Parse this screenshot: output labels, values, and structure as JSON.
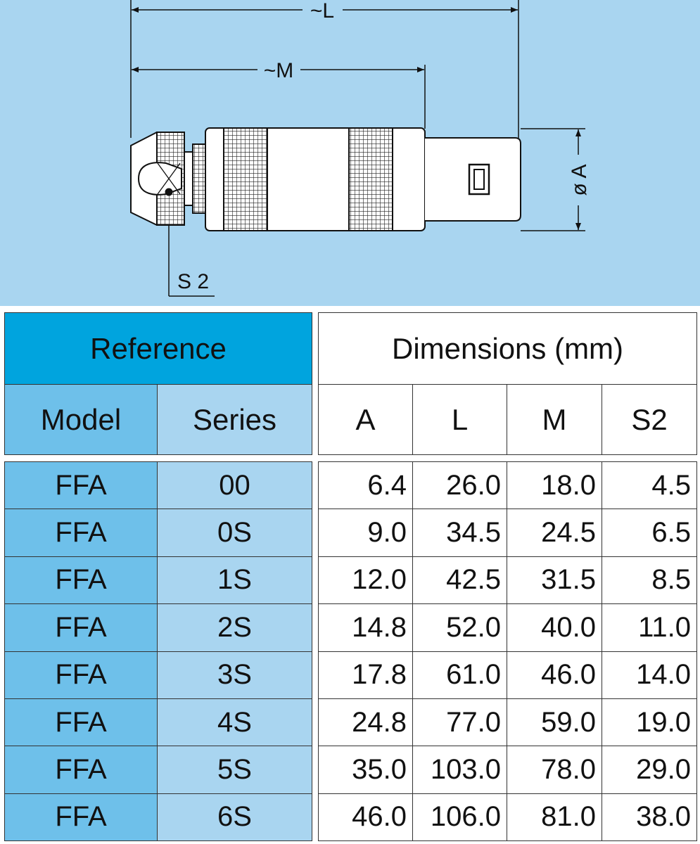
{
  "drawing": {
    "label_L": "~L",
    "label_M": "~M",
    "label_A": "ø A",
    "label_S2": "S 2"
  },
  "table": {
    "reference_title": "Reference",
    "dimensions_title": "Dimensions (mm)",
    "col_model": "Model",
    "col_series": "Series",
    "col_A": "A",
    "col_L": "L",
    "col_M": "M",
    "col_S2": "S2",
    "rows": [
      {
        "model": "FFA",
        "series": "00",
        "A": "6.4",
        "L": "26.0",
        "M": "18.0",
        "S2": "4.5"
      },
      {
        "model": "FFA",
        "series": "0S",
        "A": "9.0",
        "L": "34.5",
        "M": "24.5",
        "S2": "6.5"
      },
      {
        "model": "FFA",
        "series": "1S",
        "A": "12.0",
        "L": "42.5",
        "M": "31.5",
        "S2": "8.5"
      },
      {
        "model": "FFA",
        "series": "2S",
        "A": "14.8",
        "L": "52.0",
        "M": "40.0",
        "S2": "11.0"
      },
      {
        "model": "FFA",
        "series": "3S",
        "A": "17.8",
        "L": "61.0",
        "M": "46.0",
        "S2": "14.0"
      },
      {
        "model": "FFA",
        "series": "4S",
        "A": "24.8",
        "L": "77.0",
        "M": "59.0",
        "S2": "19.0"
      },
      {
        "model": "FFA",
        "series": "5S",
        "A": "35.0",
        "L": "103.0",
        "M": "78.0",
        "S2": "29.0"
      },
      {
        "model": "FFA",
        "series": "6S",
        "A": "46.0",
        "L": "106.0",
        "M": "81.0",
        "S2": "38.0"
      }
    ]
  },
  "colors": {
    "panel_bg": "#a9d5f0",
    "reference_header": "#00a4de",
    "model_column": "#6ec0ea",
    "series_column": "#a9d5f0"
  }
}
